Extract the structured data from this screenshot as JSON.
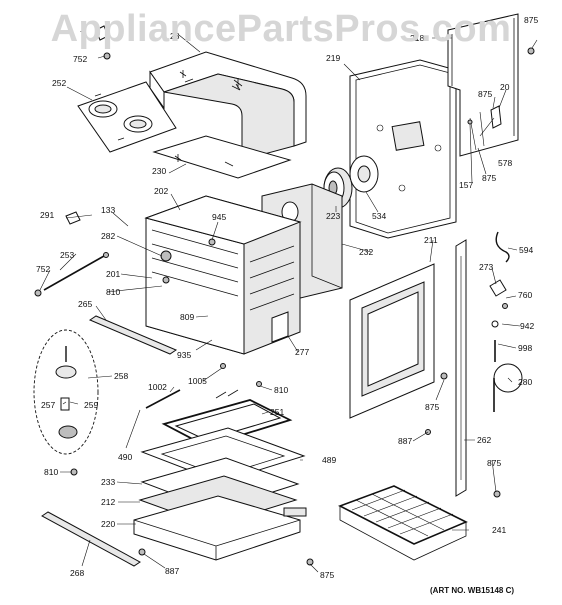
{
  "watermark": "AppliancePartsPros.com",
  "art_number": "(ART NO. WB15148 C)",
  "callouts": [
    {
      "id": "c752a",
      "label": "752"
    },
    {
      "id": "c7",
      "label": "7"
    },
    {
      "id": "c23",
      "label": "23"
    },
    {
      "id": "c218",
      "label": "218"
    },
    {
      "id": "c875a",
      "label": "875"
    },
    {
      "id": "c252",
      "label": "252"
    },
    {
      "id": "c219",
      "label": "219"
    },
    {
      "id": "c875b",
      "label": "875"
    },
    {
      "id": "c20",
      "label": "20"
    },
    {
      "id": "c578",
      "label": "578"
    },
    {
      "id": "c157",
      "label": "157"
    },
    {
      "id": "c875c",
      "label": "875"
    },
    {
      "id": "c230",
      "label": "230"
    },
    {
      "id": "c202",
      "label": "202"
    },
    {
      "id": "c223",
      "label": "223"
    },
    {
      "id": "c534",
      "label": "534"
    },
    {
      "id": "c291",
      "label": "291"
    },
    {
      "id": "c133",
      "label": "133"
    },
    {
      "id": "c945",
      "label": "945"
    },
    {
      "id": "c282",
      "label": "282"
    },
    {
      "id": "c232",
      "label": "232"
    },
    {
      "id": "c211",
      "label": "211"
    },
    {
      "id": "c594",
      "label": "594"
    },
    {
      "id": "c253",
      "label": "253"
    },
    {
      "id": "c752b",
      "label": "752"
    },
    {
      "id": "c201",
      "label": "201"
    },
    {
      "id": "c810a",
      "label": "810"
    },
    {
      "id": "c273",
      "label": "273"
    },
    {
      "id": "c760",
      "label": "760"
    },
    {
      "id": "c265",
      "label": "265"
    },
    {
      "id": "c809",
      "label": "809"
    },
    {
      "id": "c942",
      "label": "942"
    },
    {
      "id": "c935",
      "label": "935"
    },
    {
      "id": "c277",
      "label": "277"
    },
    {
      "id": "c998",
      "label": "998"
    },
    {
      "id": "c258",
      "label": "258"
    },
    {
      "id": "c1005",
      "label": "1005"
    },
    {
      "id": "c1002",
      "label": "1002"
    },
    {
      "id": "c810b",
      "label": "810"
    },
    {
      "id": "c280",
      "label": "280"
    },
    {
      "id": "c257",
      "label": "257"
    },
    {
      "id": "c259",
      "label": "259"
    },
    {
      "id": "c251",
      "label": "251"
    },
    {
      "id": "c875d",
      "label": "875"
    },
    {
      "id": "c490",
      "label": "490"
    },
    {
      "id": "c887a",
      "label": "887"
    },
    {
      "id": "c262",
      "label": "262"
    },
    {
      "id": "c489",
      "label": "489"
    },
    {
      "id": "c810c",
      "label": "810"
    },
    {
      "id": "c875e",
      "label": "875"
    },
    {
      "id": "c233",
      "label": "233"
    },
    {
      "id": "c212",
      "label": "212"
    },
    {
      "id": "c220",
      "label": "220"
    },
    {
      "id": "c241",
      "label": "241"
    },
    {
      "id": "c268",
      "label": "268"
    },
    {
      "id": "c887b",
      "label": "887"
    },
    {
      "id": "c875f",
      "label": "875"
    }
  ]
}
